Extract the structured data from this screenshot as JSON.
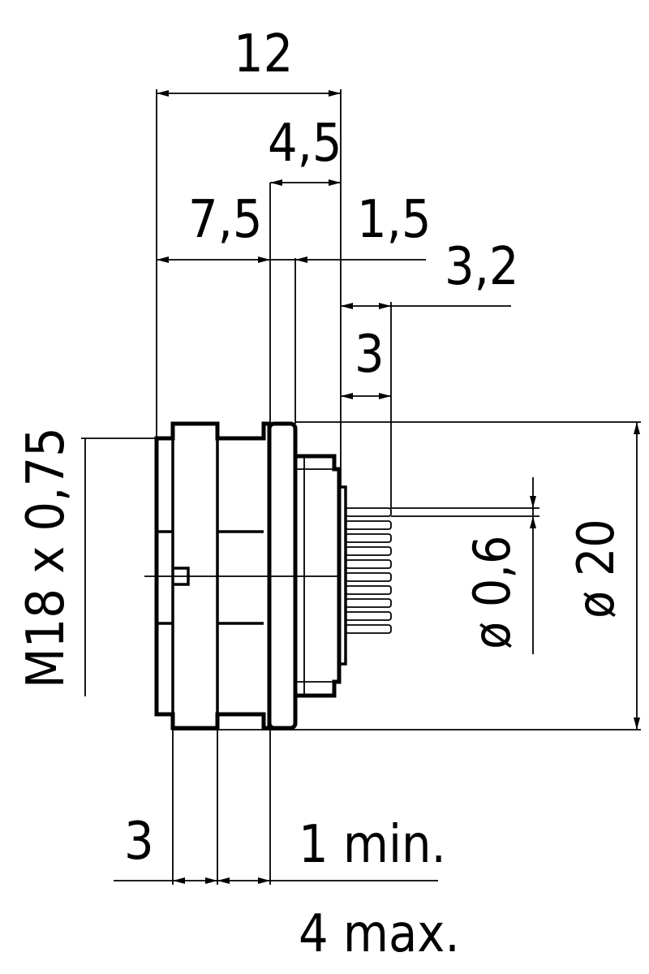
{
  "drawing": {
    "dimensions": {
      "overall_length": "12",
      "flange_to_rear": "4,5",
      "front_to_flange": "7,5",
      "flange_thickness": "1,5",
      "rear_offset": "3,2",
      "pin_length": "3",
      "thread_spec": "M18 x 0,75",
      "pin_diameter": "ø 0,6",
      "flange_diameter": "ø 20",
      "front_section": "3",
      "panel_min": "1 min.",
      "panel_max": "4 max."
    },
    "colors": {
      "line": "#000000",
      "background": "#ffffff"
    }
  }
}
